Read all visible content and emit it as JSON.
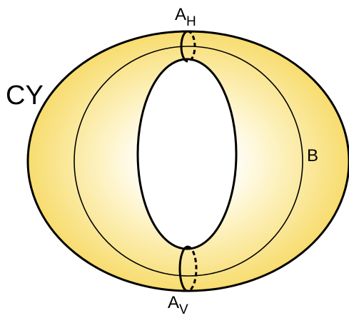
{
  "diagram": {
    "labels": {
      "manifold": "CY",
      "cycle_b": "B",
      "cycle_a_horizontal": {
        "base": "A",
        "subscript": "H"
      },
      "cycle_a_vertical": {
        "base": "A",
        "subscript": "V"
      }
    },
    "colors": {
      "fill_center": "#ffffff",
      "fill_mid": "#fdf2c2",
      "fill_edge": "#f7dc6e",
      "stroke": "#000000",
      "hole": "#ffffff"
    }
  }
}
